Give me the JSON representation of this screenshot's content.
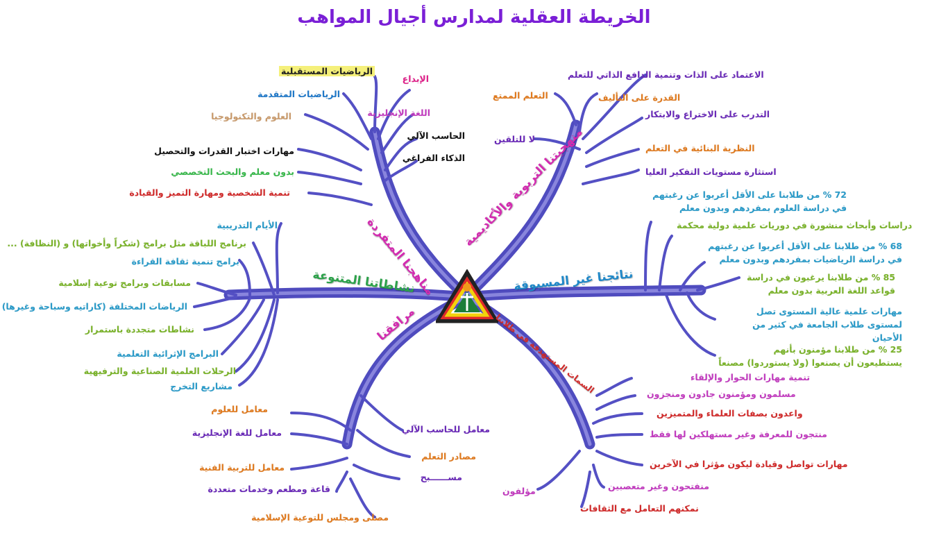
{
  "title": "الخريطة العقلية لمدارس أجيال المواهب",
  "branches": {
    "top_left": {
      "title": "مناهجنا المتفردة",
      "items": [
        {
          "text": "الرياضيات المستقبلية",
          "color": "#222222"
        },
        {
          "text": "الإبداع",
          "color": "#e0218a"
        },
        {
          "text": "الرياضيات المتقدمة",
          "color": "#1f78c8"
        },
        {
          "text": "اللغة الإنجليزية",
          "color": "#c23bbf"
        },
        {
          "text": "العلوم والتكنولوجيا",
          "color": "#c99a6b"
        },
        {
          "text": "الحاسب الآلي",
          "color": "#111111"
        },
        {
          "text": "الذكاء الفراغي",
          "color": "#111111"
        },
        {
          "text": "مهارات اختبار القدرات والتحصيل",
          "color": "#111111"
        },
        {
          "text": "بدون معلم والبحث التخصصي",
          "color": "#37b84a"
        },
        {
          "text": "تنمية الشخصية ومهارة التميز والقيادة",
          "color": "#d12a2a"
        }
      ]
    },
    "top_right": {
      "title": "منهجيتنا التربوية والأكاديمية",
      "items": [
        {
          "text": "الاعتماد على الذات وتنمية الدافع الذاتي للتعلم",
          "color": "#6a2ab8"
        },
        {
          "text": "التعلم الممتع",
          "color": "#e07a1e"
        },
        {
          "text": "القدرة على التأليف",
          "color": "#e07a1e"
        },
        {
          "text": "التدرب على الاختراع والابتكار",
          "color": "#6a2ab8"
        },
        {
          "text": "لا للتلقين",
          "color": "#6a2ab8"
        },
        {
          "text": "النظرية البنائية في التعلم",
          "color": "#e07a1e"
        },
        {
          "text": "استثارة مستويات التفكير العليا",
          "color": "#6a2ab8"
        }
      ]
    },
    "left": {
      "title": "نشاطاتنا المتنوعة",
      "items": [
        {
          "text": "الأيام التدريبية",
          "color": "#2a9bc9"
        },
        {
          "text": "برنامج اللباقة مثل برامج (شكراً وأخواتها) و (النظافة) ...",
          "color": "#7ab32a"
        },
        {
          "text": "برامج تنمية ثقافة القراءة",
          "color": "#2a9bc9"
        },
        {
          "text": "مسابقات وبرامج توعية إسلامية",
          "color": "#7ab32a"
        },
        {
          "text": "الرياضات المختلفة (كاراتيه وسباحة وغيرها)",
          "color": "#2a9bc9"
        },
        {
          "text": "نشاطات متجددة باستمرار",
          "color": "#7ab32a"
        },
        {
          "text": "البرامج الإثرائية التعلمية",
          "color": "#2a9bc9"
        },
        {
          "text": "الرحلات العلمية الصناعية والترفيهية",
          "color": "#7ab32a"
        },
        {
          "text": "مشاريع التخرج",
          "color": "#2a9bc9"
        }
      ]
    },
    "right": {
      "title": "نتائجنا غير المسبوقة",
      "items": [
        {
          "text": "72 % من طلابنا على الأقل أعربوا عن رغبتهم\nفي دراسة العلوم بمفردهم وبدون معلم",
          "color": "#2a9bc9"
        },
        {
          "text": "دراسات وأبحاث منشورة في دوريات علمية دولية محكمة",
          "color": "#7ab32a"
        },
        {
          "text": "68 % من طلابنا على الأقل أعربوا عن رغبتهم\nفي دراسة الرياضيات بمفردهم وبدون معلم",
          "color": "#2a9bc9"
        },
        {
          "text": "85 % من طلابنا يرغبون في دراسة\nقواعد اللغة العربية بدون معلم",
          "color": "#7ab32a"
        },
        {
          "text": "مهارات علمية عالية المستوى تصل\nلمستوى طلاب الجامعة في كثير من الأحيان",
          "color": "#2a9bc9"
        },
        {
          "text": "25 % من طلابنا مؤمنون بأنهم\nيستطيعون أن يصنعوا (ولا يستوردوا) مصنعاً",
          "color": "#7ab32a"
        }
      ]
    },
    "bottom_left": {
      "title": "مرافقنا",
      "items": [
        {
          "text": "معامل للعلوم",
          "color": "#e07a1e"
        },
        {
          "text": "معامل للحاسب الآلي",
          "color": "#6a2ab8"
        },
        {
          "text": "معامل للغة الإنجليزية",
          "color": "#6a2ab8"
        },
        {
          "text": "مصادر التعلم",
          "color": "#e07a1e"
        },
        {
          "text": "معامل للتربية الفنية",
          "color": "#e07a1e"
        },
        {
          "text": "مســــــبح",
          "color": "#6a2ab8"
        },
        {
          "text": "قاعة ومطعم وخدمات متعددة",
          "color": "#6a2ab8"
        },
        {
          "text": "مصلى ومجلس للتوعية الإسلامية",
          "color": "#e07a1e"
        }
      ]
    },
    "bottom_right": {
      "title": "السمات المستهدفة في طلابنا",
      "items": [
        {
          "text": "تنمية مهارات الحوار والإلقاء",
          "color": "#c23bbf"
        },
        {
          "text": "مسلمون ومؤمنون جادون ومنجزون",
          "color": "#c23bbf"
        },
        {
          "text": "واعدون بصفات العلماء والمتميزين",
          "color": "#d12a2a"
        },
        {
          "text": "منتجون للمعرفة وغير مستهلكين لها فقط",
          "color": "#c23bbf"
        },
        {
          "text": "مهارات تواصل وقيادة ليكون مؤثرا في الآخرين",
          "color": "#d12a2a"
        },
        {
          "text": "مؤلفون",
          "color": "#c23bbf"
        },
        {
          "text": "منفتحون وغير متعصبين",
          "color": "#c23bbf"
        },
        {
          "text": "نمكنهم التعامل مع الثقافات",
          "color": "#d12a2a"
        }
      ]
    }
  }
}
